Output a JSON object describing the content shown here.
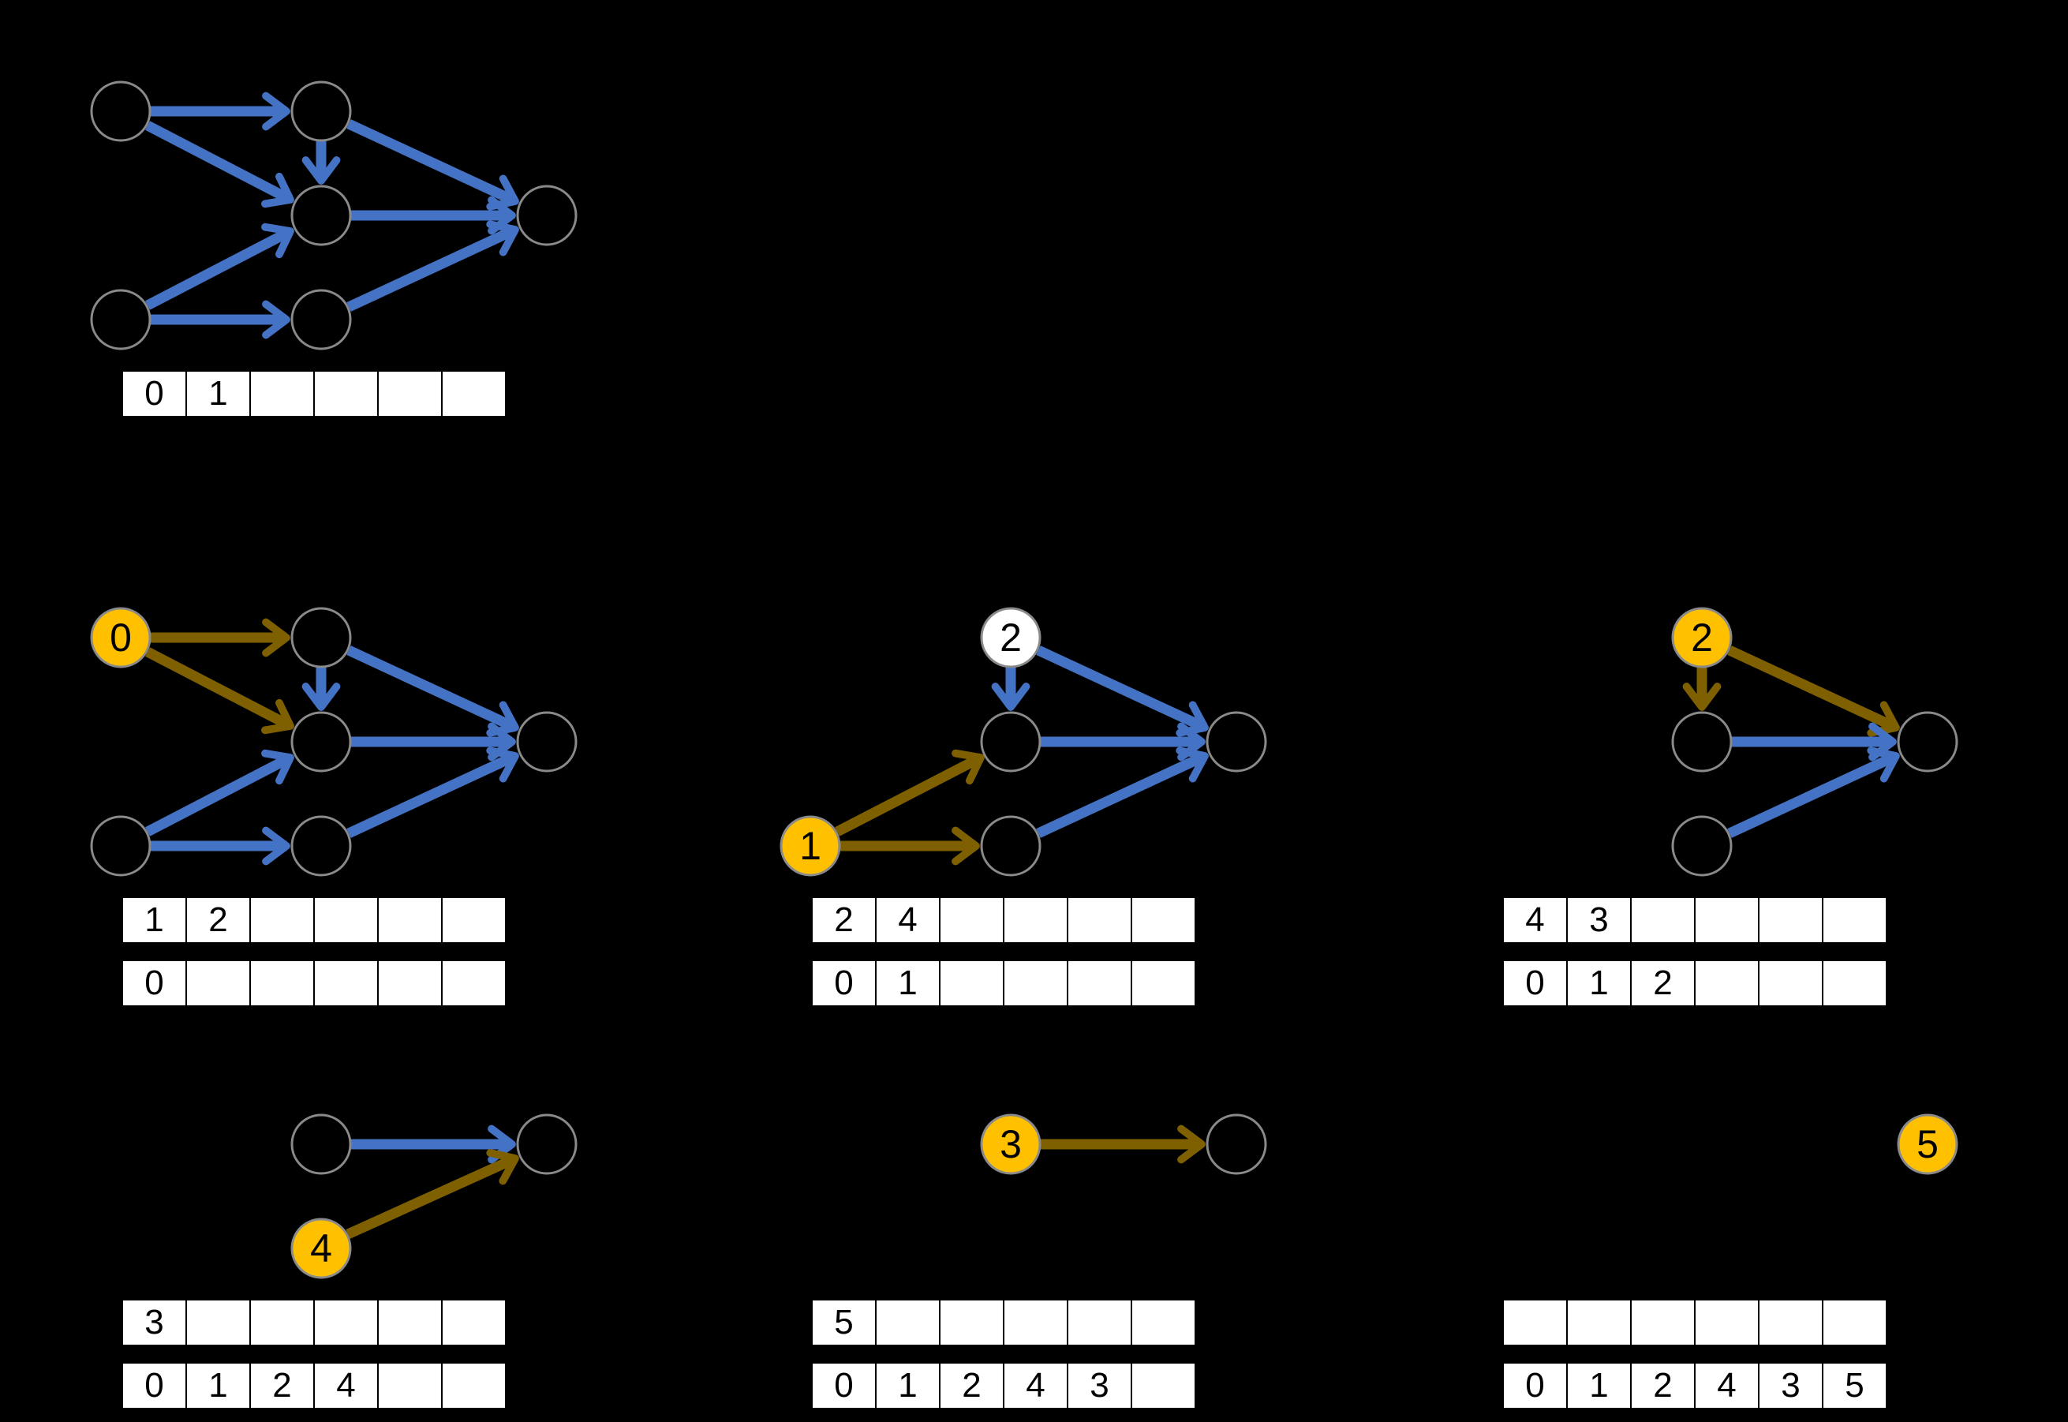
{
  "colors": {
    "background": "#000000",
    "edge_remaining_blue": "#4472C4",
    "edge_processing_gold": "#7F6000",
    "node_active_fill": "#FFC000",
    "node_queued_fill": "#FFFFFF",
    "node_stroke": "#8A8A8A",
    "table_cell_fill": "#FFFFFF",
    "table_border": "#000000",
    "text": "#000000"
  },
  "panels": {
    "p1": {
      "queue": [
        "0",
        "1",
        "",
        "",
        "",
        ""
      ]
    },
    "p2": {
      "node_label": "0",
      "queue": [
        "1",
        "2",
        "",
        "",
        "",
        ""
      ],
      "result": [
        "0",
        "",
        "",
        "",
        "",
        ""
      ]
    },
    "p3": {
      "node_label": "1",
      "queued_node_label": "2",
      "queue": [
        "2",
        "4",
        "",
        "",
        "",
        ""
      ],
      "result": [
        "0",
        "1",
        "",
        "",
        "",
        ""
      ]
    },
    "p4": {
      "node_label": "2",
      "queue": [
        "4",
        "3",
        "",
        "",
        "",
        ""
      ],
      "result": [
        "0",
        "1",
        "2",
        "",
        "",
        ""
      ]
    },
    "p5": {
      "node_label": "4",
      "queue": [
        "3",
        "",
        "",
        "",
        "",
        ""
      ],
      "result": [
        "0",
        "1",
        "2",
        "4",
        "",
        ""
      ]
    },
    "p6": {
      "node_label": "3",
      "queue": [
        "5",
        "",
        "",
        "",
        "",
        ""
      ],
      "result": [
        "0",
        "1",
        "2",
        "4",
        "3",
        ""
      ]
    },
    "p7": {
      "node_label": "5",
      "queue": [
        "",
        "",
        "",
        "",
        "",
        ""
      ],
      "result": [
        "0",
        "1",
        "2",
        "4",
        "3",
        "5"
      ]
    }
  }
}
